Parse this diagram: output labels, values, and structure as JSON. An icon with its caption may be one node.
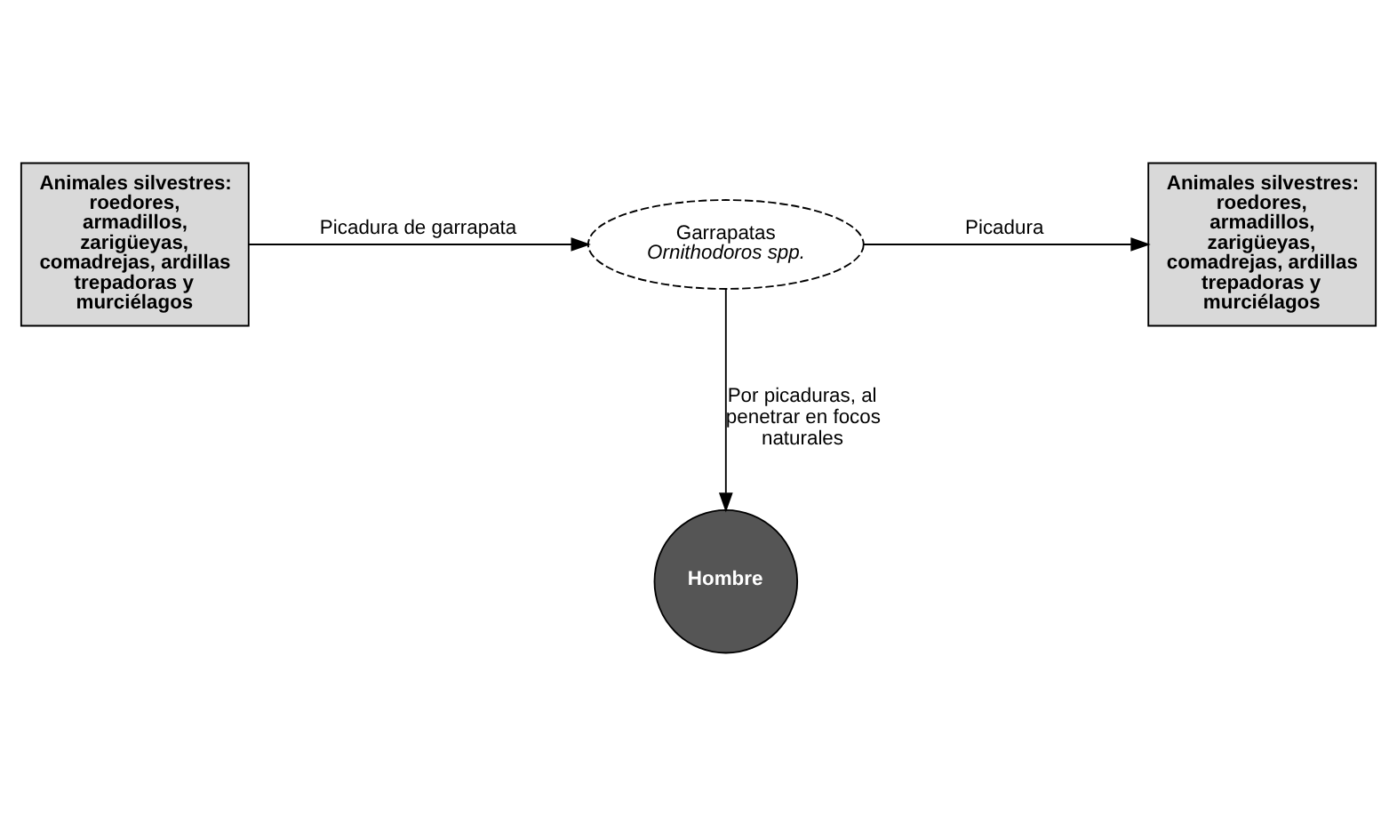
{
  "diagram": {
    "nodes": [
      {
        "text": [
          "Animales silvestres: roedores, armadillos, zarigüeyas, comadrejas, ardillas trepadoras y murciélagos"
        ]
      },
      {
        "text": [
          "Garrapatas",
          "Ornithodoros spp."
        ]
      },
      {
        "text": [
          "Animales silvestres: roedores, armadillos, zarigüeyas, comadrejas, ardillas trepadoras y murciélagos"
        ]
      },
      {
        "text": [
          "Hombre"
        ]
      }
    ],
    "edges": [
      {
        "from": 0,
        "to": 1,
        "arrow": "to",
        "label": "Picadura de garrapata"
      },
      {
        "from": 1,
        "to": 2,
        "arrow": "to",
        "label": "Picadura"
      },
      {
        "from": 1,
        "to": 3,
        "arrow": "to",
        "label": "Por picaduras, al penetrar en focos naturales"
      }
    ]
  }
}
